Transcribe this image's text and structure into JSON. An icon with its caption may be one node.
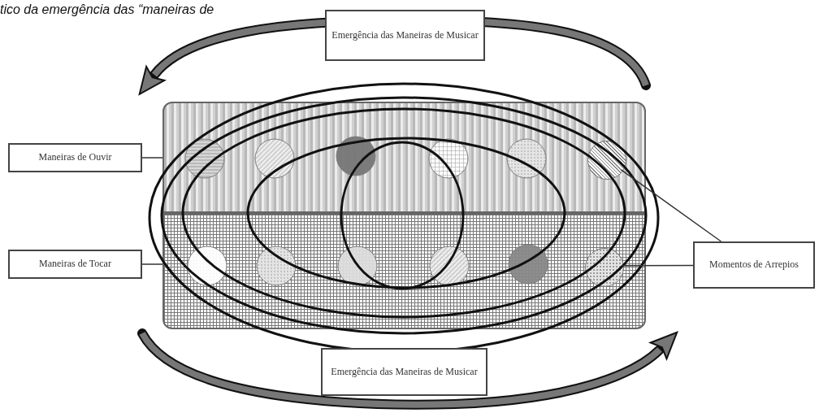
{
  "diagram": {
    "title": "tico da emergência das “maneiras de",
    "nodes": [
      {
        "text": [
          "Emergência das Maneiras de Musicar"
        ]
      },
      {
        "text": [
          "Maneiras de Ouvir"
        ]
      },
      {
        "text": [
          "Maneiras de Tocar"
        ]
      },
      {
        "text": [
          "Momentos de Arrepios"
        ]
      },
      {
        "text": [
          "Emergência das Maneiras de Musicar"
        ]
      },
      {
        "text": [],
        "shape": "box"
      },
      {
        "text": [],
        "shape": "box"
      },
      {
        "text": [],
        "shape": "circle",
        "in": 5
      },
      {
        "text": [],
        "shape": "circle",
        "in": 6
      }
    ],
    "edges": [
      {
        "from": 1,
        "to": 5,
        "arrow": "none"
      },
      {
        "from": 2,
        "to": 6,
        "arrow": "none"
      },
      {
        "from": 3,
        "to": 7,
        "arrow": "none"
      },
      {
        "from": 3,
        "to": 8,
        "arrow": "none"
      }
    ]
  }
}
